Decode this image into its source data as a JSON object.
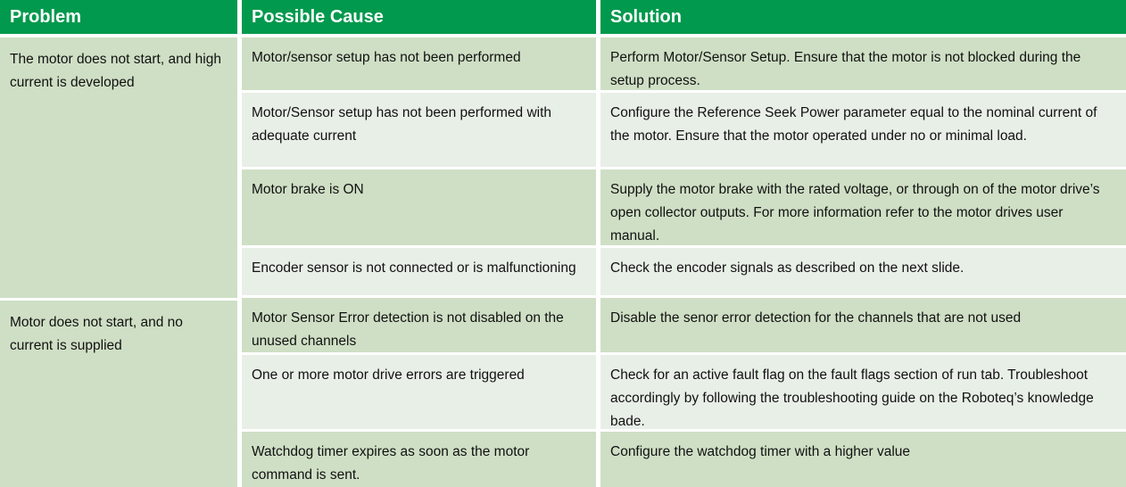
{
  "table": {
    "headers": [
      {
        "label": "Problem"
      },
      {
        "label": "Possible Cause"
      },
      {
        "label": "Solution"
      }
    ],
    "colors": {
      "header_background": "#00994d",
      "header_text": "#ffffff",
      "row_shade_dark": "#cfdfc5",
      "row_shade_light": "#e8efe7",
      "body_text": "#111111",
      "page_background": "#ffffff"
    },
    "groups": [
      {
        "problem": "The motor does not start, and high current is developed"
      },
      {
        "problem": "Motor does not start, and no current is supplied"
      }
    ],
    "rows": [
      {
        "group": 0,
        "shade": "dark",
        "cause": "Motor/sensor setup has not been performed",
        "solution": "Perform Motor/Sensor Setup. Ensure that the motor is not blocked during the setup process."
      },
      {
        "group": 0,
        "shade": "light",
        "cause": "Motor/Sensor setup has not been performed with adequate current",
        "solution": "Configure the Reference Seek Power parameter equal to the nominal current of the motor. Ensure that the motor operated under no or minimal load."
      },
      {
        "group": 0,
        "shade": "dark",
        "cause": "Motor brake is ON",
        "solution": "Supply the motor brake with the rated voltage, or through on of the motor drive’s open collector outputs. For more information refer to the motor drives user manual."
      },
      {
        "group": 0,
        "shade": "light",
        "cause": "Encoder sensor is not connected or is malfunctioning",
        "solution": "Check the encoder signals as described on the next slide."
      },
      {
        "group": 1,
        "shade": "dark",
        "cause": "Motor Sensor Error detection is not disabled on the unused channels",
        "solution": "Disable the senor error detection for the channels that are not used"
      },
      {
        "group": 1,
        "shade": "light",
        "cause": "One or more motor drive errors are triggered",
        "solution": "Check for an active fault flag on the fault flags section of run tab. Troubleshoot accordingly by following the troubleshooting guide on the Roboteq’s knowledge bade."
      },
      {
        "group": 1,
        "shade": "dark",
        "cause": "Watchdog timer expires as soon as the motor command is sent.",
        "solution": "Configure the watchdog timer with a higher value"
      }
    ]
  }
}
